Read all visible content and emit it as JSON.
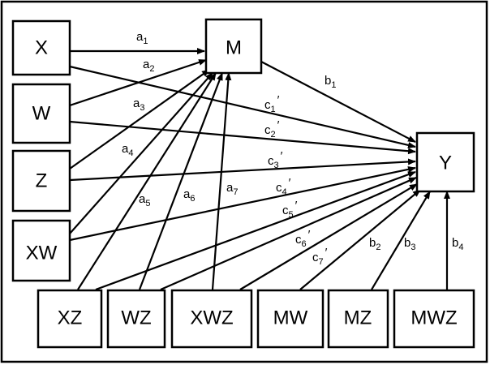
{
  "nodes": {
    "X": "X",
    "W": "W",
    "Z": "Z",
    "XW": "XW",
    "M": "M",
    "Y": "Y",
    "XZ": "XZ",
    "WZ": "WZ",
    "XWZ": "XWZ",
    "MW": "MW",
    "MZ": "MZ",
    "MWZ": "MWZ"
  },
  "edges": {
    "a1": {
      "from": "X",
      "to": "M",
      "base": "a",
      "sub": "1",
      "prime": ""
    },
    "a2": {
      "from": "W",
      "to": "M",
      "base": "a",
      "sub": "2",
      "prime": ""
    },
    "a3": {
      "from": "Z",
      "to": "M",
      "base": "a",
      "sub": "3",
      "prime": ""
    },
    "a4": {
      "from": "XW",
      "to": "M",
      "base": "a",
      "sub": "4",
      "prime": ""
    },
    "a5": {
      "from": "XZ",
      "to": "M",
      "base": "a",
      "sub": "5",
      "prime": ""
    },
    "a6": {
      "from": "WZ",
      "to": "M",
      "base": "a",
      "sub": "6",
      "prime": ""
    },
    "a7": {
      "from": "XWZ",
      "to": "M",
      "base": "a",
      "sub": "7",
      "prime": ""
    },
    "b1": {
      "from": "M",
      "to": "Y",
      "base": "b",
      "sub": "1",
      "prime": ""
    },
    "b2": {
      "from": "MW",
      "to": "Y",
      "base": "b",
      "sub": "2",
      "prime": ""
    },
    "b3": {
      "from": "MZ",
      "to": "Y",
      "base": "b",
      "sub": "3",
      "prime": ""
    },
    "b4": {
      "from": "MWZ",
      "to": "Y",
      "base": "b",
      "sub": "4",
      "prime": ""
    },
    "c1": {
      "from": "X",
      "to": "Y",
      "base": "c",
      "sub": "1",
      "prime": "′"
    },
    "c2": {
      "from": "W",
      "to": "Y",
      "base": "c",
      "sub": "2",
      "prime": "′"
    },
    "c3": {
      "from": "Z",
      "to": "Y",
      "base": "c",
      "sub": "3",
      "prime": "′"
    },
    "c4": {
      "from": "XW",
      "to": "Y",
      "base": "c",
      "sub": "4",
      "prime": "′"
    },
    "c5": {
      "from": "XZ",
      "to": "Y",
      "base": "c",
      "sub": "5",
      "prime": "′"
    },
    "c6": {
      "from": "WZ",
      "to": "Y",
      "base": "c",
      "sub": "6",
      "prime": "′"
    },
    "c7": {
      "from": "XWZ",
      "to": "Y",
      "base": "c",
      "sub": "7",
      "prime": "′"
    }
  }
}
